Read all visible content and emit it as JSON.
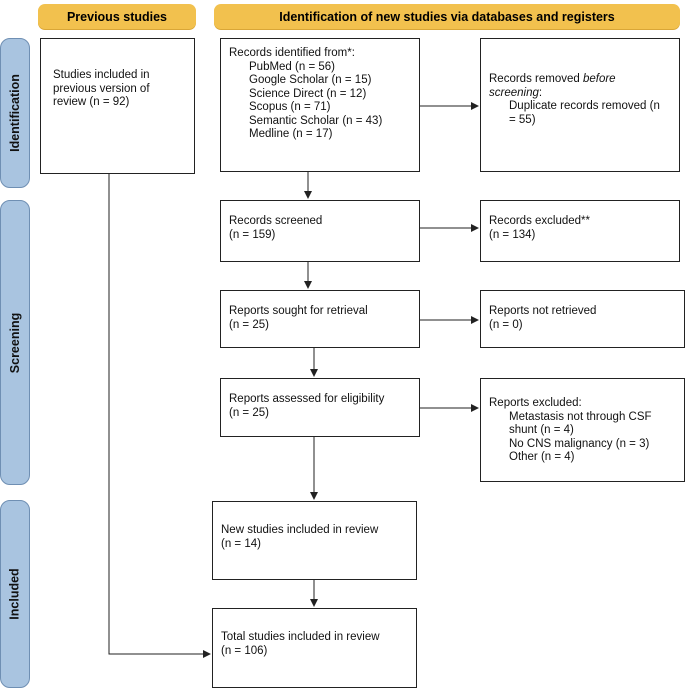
{
  "headers": {
    "previous": "Previous studies",
    "identification": "Identification of new studies via databases and registers"
  },
  "side_labels": {
    "identification": "Identification",
    "screening": "Screening",
    "included": "Included"
  },
  "boxes": {
    "previous_studies": {
      "line1": "Studies included in",
      "line2": "previous version of",
      "line3": "review (n = 92)"
    },
    "records_identified": {
      "title": "Records identified from*:",
      "sources": [
        "PubMed (n = 56)",
        "Google Scholar (n = 15)",
        "Science Direct (n = 12)",
        "Scopus (n = 71)",
        "Semantic Scholar (n = 43)",
        "Medline (n = 17)"
      ]
    },
    "records_removed": {
      "title_start": "Records removed ",
      "title_em": "before screening",
      "title_end": ":",
      "line1": "Duplicate records removed  (n",
      "line2": "= 55)"
    },
    "records_screened": {
      "line1": "Records screened",
      "line2": "(n = 159)"
    },
    "records_excluded": {
      "line1": "Records excluded**",
      "line2": "(n = 134)"
    },
    "reports_sought": {
      "line1": "Reports sought for retrieval",
      "line2": "(n = 25)"
    },
    "reports_not_retrieved": {
      "line1": "Reports not retrieved",
      "line2": "(n = 0)"
    },
    "reports_assessed": {
      "line1": "Reports assessed for eligibility",
      "line2": "(n = 25)"
    },
    "reports_excluded": {
      "title": "Reports excluded:",
      "reasons": [
        "Metastasis not through CSF",
        "shunt (n = 4)",
        "No CNS malignancy (n = 3)",
        "Other (n = 4)"
      ]
    },
    "new_studies": {
      "line1": "New studies included in review",
      "line2": "(n = 14)"
    },
    "total_studies": {
      "line1": "Total studies included in review",
      "line2": "(n = 106)"
    }
  },
  "colors": {
    "header_fill": "#f2c14e",
    "side_fill": "#a9c4e0",
    "line": "#222222"
  }
}
